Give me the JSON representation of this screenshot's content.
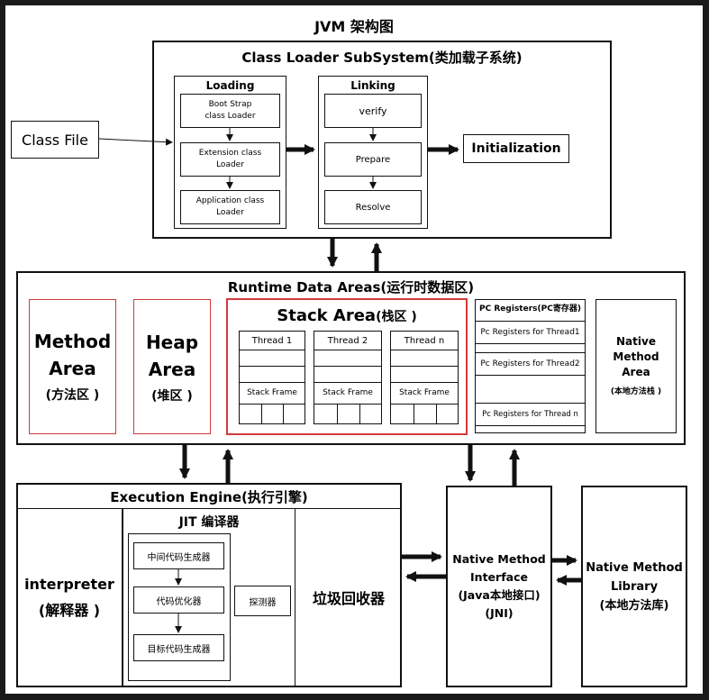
{
  "title": "JVM 架构图",
  "class_file": "Class File",
  "class_loader": {
    "title": "Class Loader SubSystem(类加载子系统)",
    "loading": {
      "label": "Loading",
      "items": [
        "Boot Strap\nclass Loader",
        "Extension class\nLoader",
        "Application class\nLoader"
      ]
    },
    "linking": {
      "label": "Linking",
      "items": [
        "verify",
        "Prepare",
        "Resolve"
      ]
    },
    "initialization": "Initialization"
  },
  "runtime": {
    "title": "Runtime Data Areas(运行时数据区)",
    "method_area": {
      "line1": "Method",
      "line2": "Area",
      "line3": "(方法区 )"
    },
    "heap_area": {
      "line1": "Heap",
      "line2": "Area",
      "line3": "(堆区 )"
    },
    "stack_area": {
      "title": "Stack Area",
      "title_suffix": "(栈区 )",
      "threads": [
        "Thread 1",
        "Thread 2",
        "Thread n"
      ],
      "frame_label": "Stack Frame"
    },
    "pc_registers": {
      "title": "PC Registers(PC寄存器)",
      "items": [
        "Pc Registers for Thread1",
        "Pc Registers for Thread2",
        "Pc Registers for Thread n"
      ]
    },
    "native_method_area": {
      "line1": "Native",
      "line2": "Method",
      "line3": "Area",
      "line4": "(本地方法栈 )"
    }
  },
  "execution": {
    "title": "Execution Engine(执行引擎)",
    "interpreter": {
      "line1": "interpreter",
      "line2": "(解释器 )"
    },
    "jit": {
      "title": "JIT 编译器",
      "steps": [
        "中间代码生成器",
        "代码优化器",
        "目标代码生成器"
      ],
      "profiler": "探测器"
    },
    "gc": "垃圾回收器"
  },
  "native_interface": {
    "line1": "Native Method",
    "line2": "Interface",
    "line3": "(Java本地接口)",
    "line4": "(JNI)"
  },
  "native_library": {
    "line1": "Native Method",
    "line2": "Library",
    "line3": "(本地方法库)"
  }
}
